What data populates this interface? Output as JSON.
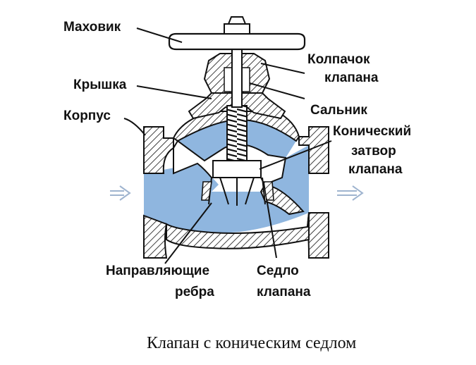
{
  "labels": {
    "handwheel": "Маховик",
    "bonnet": "Крышка",
    "body": "Корпус",
    "cap_line1": "Колпачок",
    "cap_line2": "клапана",
    "gland": "Сальник",
    "plug_line1": "Конический",
    "plug_line2": "затвор",
    "plug_line3": "клапана",
    "ribs_line1": "Направляющие",
    "ribs_line2": "ребра",
    "seat_line1": "Седло",
    "seat_line2": "клапана"
  },
  "caption": "Клапан с коническим седлом",
  "colors": {
    "fluid": "#8fb6df",
    "outline": "#111111",
    "arrow": "#9fb4cf"
  },
  "icons": {
    "inlet": "flow-arrow-right-icon",
    "outlet": "flow-arrow-right-icon"
  }
}
